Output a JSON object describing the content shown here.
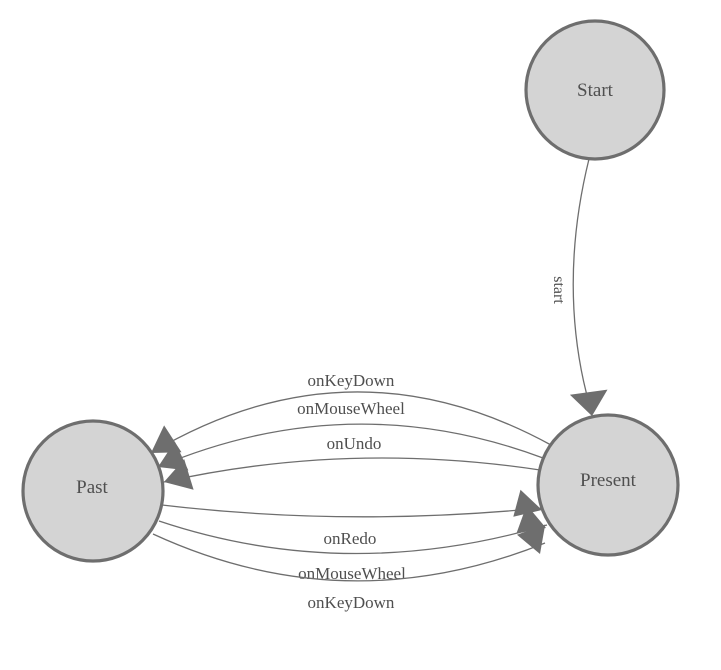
{
  "colors": {
    "background": "#ffffff",
    "node_fill": "#d4d4d4",
    "node_stroke": "#6e6e6e",
    "edge_stroke": "#6e6e6e",
    "arrow_fill": "#6e6e6e",
    "text": "#4f4f4f"
  },
  "nodes": {
    "start": {
      "label": "Start"
    },
    "present": {
      "label": "Present"
    },
    "past": {
      "label": "Past"
    }
  },
  "edges": {
    "start_present": {
      "from": "Start",
      "to": "Present",
      "label": "start"
    },
    "present_past_keydown": {
      "from": "Present",
      "to": "Past",
      "label": "onKeyDown"
    },
    "present_past_mousewheel": {
      "from": "Present",
      "to": "Past",
      "label": "onMouseWheel"
    },
    "present_past_undo": {
      "from": "Present",
      "to": "Past",
      "label": "onUndo"
    },
    "past_present_redo": {
      "from": "Past",
      "to": "Present",
      "label": "onRedo"
    },
    "past_present_mousewheel": {
      "from": "Past",
      "to": "Present",
      "label": "onMouseWheel"
    },
    "past_present_keydown": {
      "from": "Past",
      "to": "Present",
      "label": "onKeyDown"
    }
  }
}
